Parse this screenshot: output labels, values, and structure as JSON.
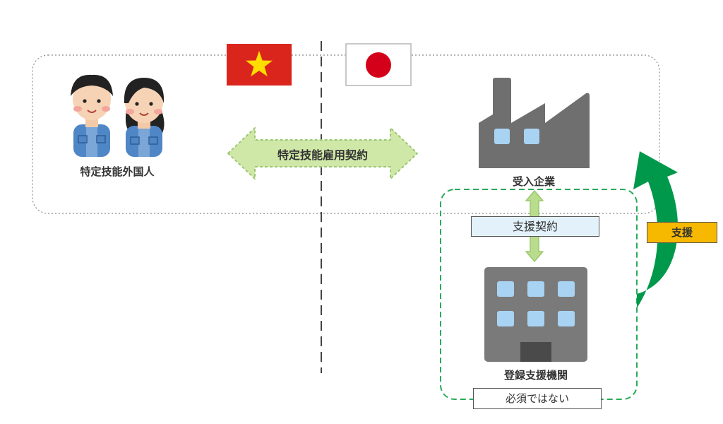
{
  "people": {
    "label": "特定技能外国人",
    "shirt_color": "#4f86c6"
  },
  "contract_main": {
    "label": "特定技能雇用契約",
    "fill": "#cfe8a8",
    "stroke": "#9cc771"
  },
  "company": {
    "label": "受入企業"
  },
  "support_contract": {
    "label": "支援契約",
    "fill": "#e3f1fa"
  },
  "registered_org": {
    "label": "登録支援機関",
    "note": "必須ではない"
  },
  "support": {
    "label": "支援",
    "fill": "#f6b900",
    "arrow_color": "#00984a"
  },
  "flags": {
    "vietnam": "vietnam-flag",
    "japan": "japan-flag",
    "vn_red": "#da251d",
    "vn_star": "#ffdd00",
    "jp_red": "#d4001a"
  },
  "colors": {
    "building_gray": "#6f6f6f",
    "window_blue": "#a9d3f2",
    "dashed_green": "#2aaa5a"
  }
}
